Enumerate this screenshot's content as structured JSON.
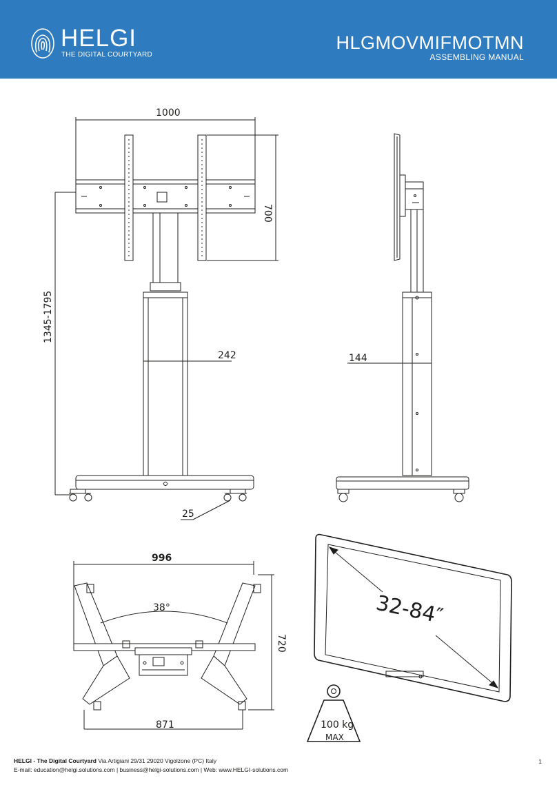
{
  "header": {
    "brand": "HELGI",
    "tagline": "THE DIGITAL COURTYARD",
    "model": "HLGMOVMIFMOTMN",
    "doc_type": "ASSEMBLING MANUAL",
    "color": "#2f7bbf"
  },
  "dimensions": {
    "front_width": "1000",
    "panel_height": "700",
    "height_range": "1345-1795",
    "column_width": "242",
    "side_depth": "144",
    "wheel": "25",
    "base_width": "996",
    "angle": "38°",
    "base_depth": "720",
    "inner_width": "871"
  },
  "screen": {
    "size_range": "32-84″"
  },
  "load": {
    "value": "100 kg",
    "label": "MAX"
  },
  "footer": {
    "company": "HELGI - The Digital Courtyard",
    "address": " Via Artigiani 29/31 29020 Vigolzone (PC) Italy",
    "contacts": "E-mail: education@helgi.solutions.com | business@helgi-solutions.com | Web: www.HELGI-solutions.com",
    "page": "1"
  }
}
